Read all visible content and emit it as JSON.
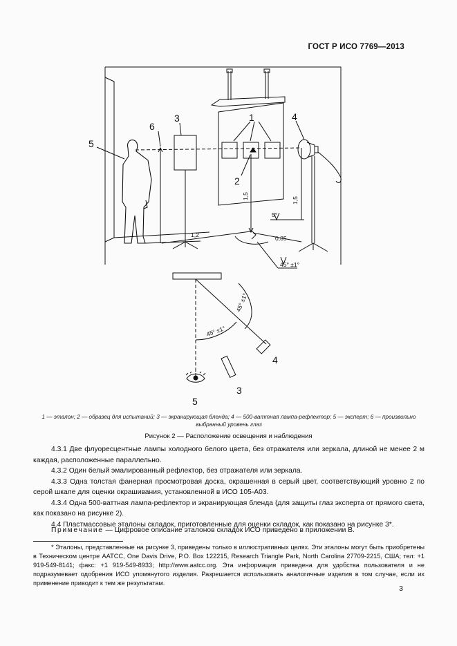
{
  "header": {
    "standard_id": "ГОСТ Р ИСО 7769—2013"
  },
  "figure": {
    "callouts": [
      "1",
      "2",
      "3",
      "4",
      "5",
      "6",
      "4",
      "3",
      "5"
    ],
    "dimensions": {
      "d_1_5_a": "1,5",
      "d_1_5_b": "1,5",
      "d_5deg": "5°",
      "d_1_2": "1,2",
      "d_0_85": "0,85",
      "d_45_bottom": "45° ±1°",
      "d_45_arc": "45° ±1°",
      "d_45_vert": "45° ±1°"
    },
    "legend": "1 — эталон; 2 — образец для испытаний; 3 — экранирующая бленда; 4 — 500-ваттная лампа-рефлектор; 5 — эксперт; 6 — произвольно выбранный уровень глаз",
    "caption": "Рисунок 2 — Расположение освещения и наблюдения"
  },
  "body": {
    "p1": "4.3.1 Две флуоресцентные лампы холодного белого цвета, без отражателя или зеркала, длиной не менее 2 м каждая, расположенные параллельно.",
    "p2": "4.3.2 Один белый эмалированный рефлектор, без отражателя или зеркала.",
    "p3": "4.3.3 Одна толстая фанерная просмотровая доска, окрашенная в серый цвет, соответствующий уровню 2 по серой шкале для оценки окрашивания, установленной в ИСО 105-А03.",
    "p4": "4.3.4 Одна 500-ваттная лампа-рефлектор и экранирующая бленда (для защиты глаз эксперта от прямого света, как показано на рисунке 2).",
    "p5": "4.4 Пластмассовые эталоны складок, приготовленные для оценки складок, как показано на рисунке 3*."
  },
  "note": {
    "label": "Примечание",
    "text": " — Цифровое описание эталонов складок ИСО приведено в приложении В."
  },
  "footnote": "* Эталоны, представленные на рисунке 3, приведены только в иллюстративных целях. Эти эталоны могут быть приобретены в Техническом центре AATCC, One Davis Drive, P.O. Box 122215, Research Triangle Park, North Carolina 27709-2215, США; тел: +1 919-549-8141; факс: +1 919-549-8933; http://www.aatcc.org. Эта информация приведена для удобства пользователя и не подразумевает одобрения ИСО упомянутого изделия. Разрешается использовать аналогичные изделия в том случае, если их применение приводит к тем же результатам.",
  "page_number": "3"
}
